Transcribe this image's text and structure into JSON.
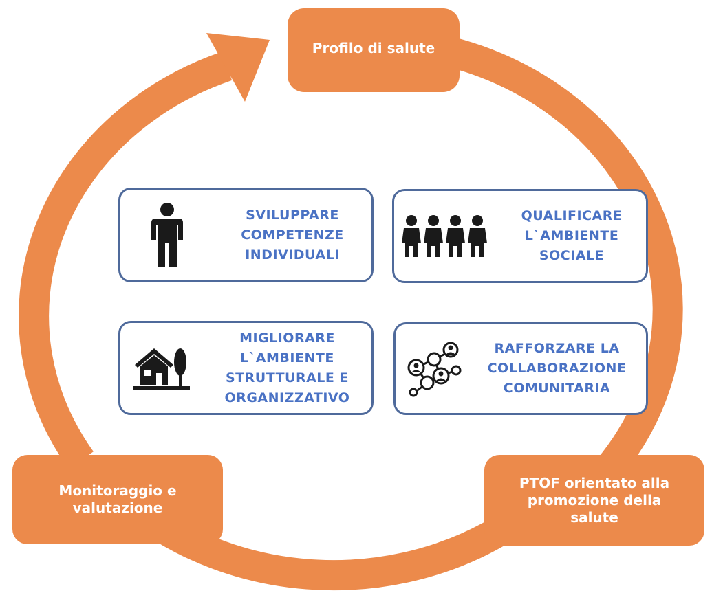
{
  "colors": {
    "cycle_arrow": "#ec8a4b",
    "stage_box": "#ec8a4b",
    "stage_text": "#ffffff",
    "action_border": "#4f6a9b",
    "action_text": "#4a72c4",
    "icon": "#1a1a1a"
  },
  "cycle": {
    "stages": {
      "top": "Profilo di salute",
      "right": "PTOF orientato alla\npromozione della\nsalute",
      "left": "Monitoraggio e\nvalutazione"
    }
  },
  "actions": [
    {
      "label": "SVILUPPARE\nCOMPETENZE\nINDIVIDUALI",
      "icon": "person-icon"
    },
    {
      "label": "QUALIFICARE\nL`AMBIENTE\nSOCIALE",
      "icon": "group-people-icon"
    },
    {
      "label": "MIGLIORARE\nL`AMBIENTE\nSTRUTTURALE E\nORGANIZZATIVO",
      "icon": "house-tree-icon"
    },
    {
      "label": "RAFFORZARE LA\nCOLLABORAZIONE\nCOMUNITARIA",
      "icon": "network-icon"
    }
  ]
}
